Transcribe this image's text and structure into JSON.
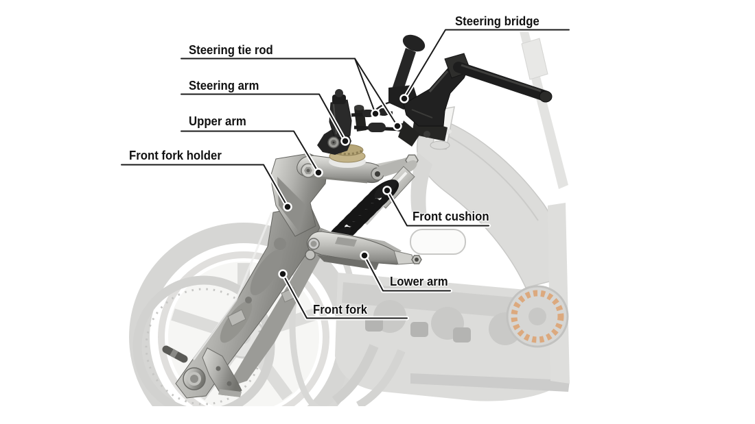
{
  "figure": {
    "alt": "Motorcycle double-wishbone front suspension and steering assembly diagram with ghosted chassis"
  },
  "labels": [
    {
      "id": "steering-bridge",
      "text": "Steering bridge"
    },
    {
      "id": "steering-tie-rod",
      "text": "Steering tie rod"
    },
    {
      "id": "steering-arm",
      "text": "Steering arm"
    },
    {
      "id": "upper-arm",
      "text": "Upper arm"
    },
    {
      "id": "front-fork-holder",
      "text": "Front fork holder"
    },
    {
      "id": "front-cushion",
      "text": "Front cushion"
    },
    {
      "id": "lower-arm",
      "text": "Lower arm"
    },
    {
      "id": "front-fork",
      "text": "Front fork"
    }
  ],
  "colors": {
    "background": "#ffffff",
    "label_text": "#111111",
    "callout_line": "#1a1a1a",
    "callout_dot_fill": "#141414",
    "callout_dot_ring": "#ffffff",
    "metal_light": "#d9d9d5",
    "metal_dark": "#74746f",
    "black_component": "#1f1f1f",
    "gold_collar": "#c3b387",
    "ghost_gray": "#dcdcda",
    "alternator_copper": "#dca97e"
  }
}
